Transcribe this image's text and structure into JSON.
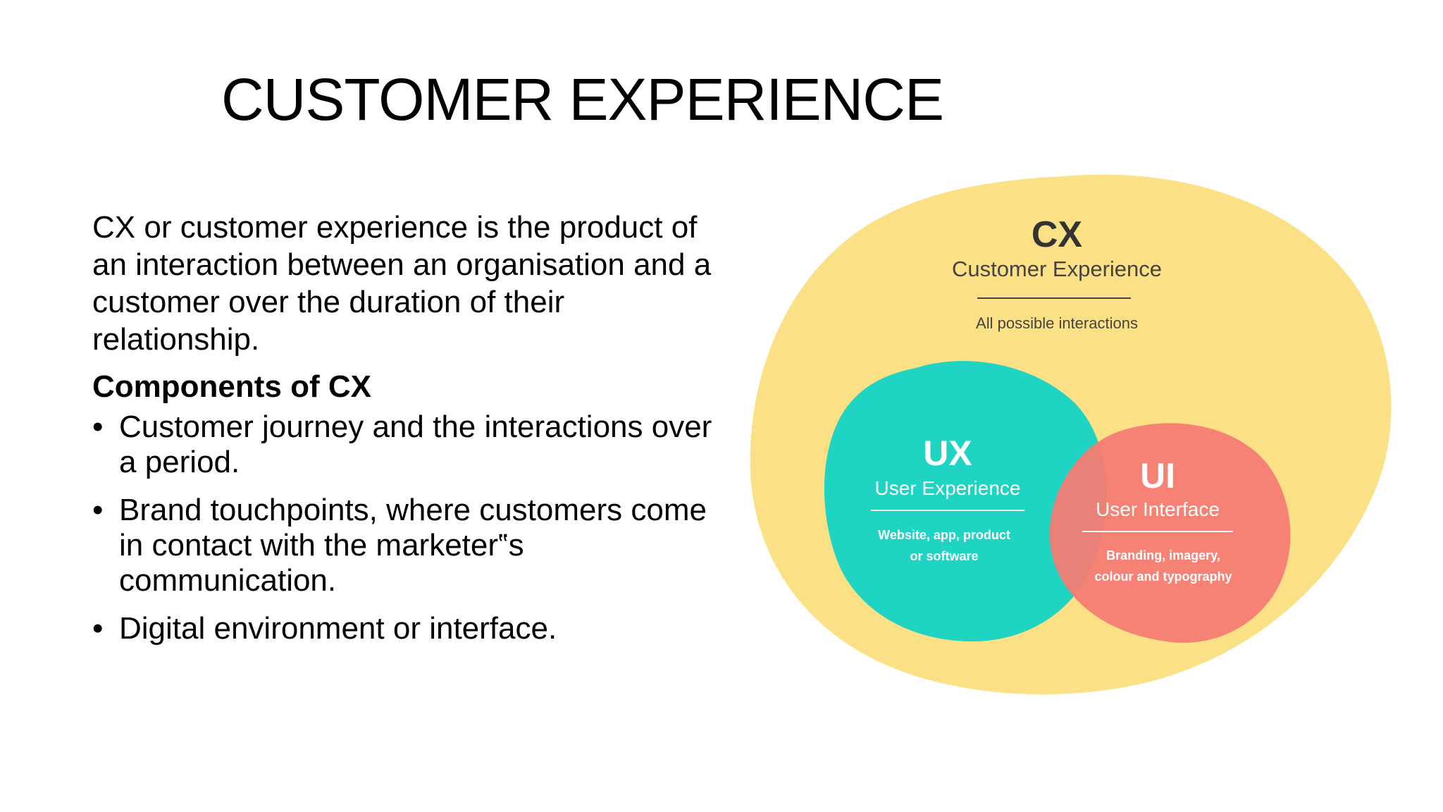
{
  "slide": {
    "title": "CUSTOMER EXPERIENCE",
    "intro": "CX or customer experience is the product of an interaction between an organisation and a customer over the duration of their relationship.",
    "components_heading": "Components of CX",
    "bullet_symbol": "•",
    "bullets": [
      "Customer journey and the interactions over a period.",
      "Brand touchpoints, where customers come in contact with the marketer‟s communication.",
      "Digital environment or interface."
    ]
  },
  "diagram": {
    "cx": {
      "abbr": "CX",
      "name": "Customer Experience",
      "description": "All possible interactions",
      "color": "#fbe085"
    },
    "ux": {
      "abbr": "UX",
      "name": "User Experience",
      "description_lines": [
        "Website, app, product",
        "or software"
      ],
      "color": "#20d4c4"
    },
    "ui": {
      "abbr": "UI",
      "name": "User Interface",
      "description_lines": [
        "Branding, imagery,",
        "colour and typography"
      ],
      "color": "#f47c74"
    }
  }
}
